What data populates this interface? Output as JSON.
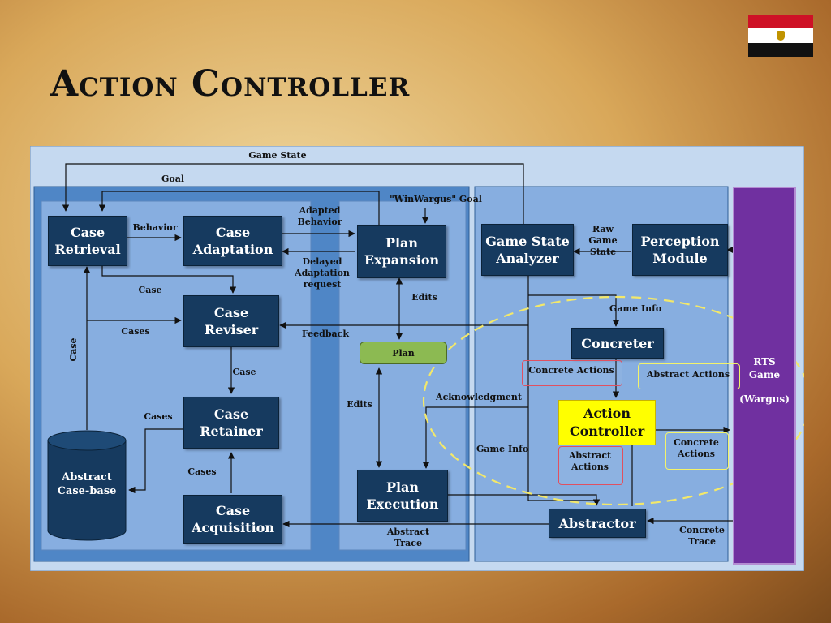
{
  "title": "Action Controller",
  "diagram": {
    "nodes": {
      "case_retrieval": "Case\nRetrieval",
      "case_adaptation": "Case\nAdaptation",
      "case_reviser": "Case\nReviser",
      "case_retainer": "Case\nRetainer",
      "case_acquisition": "Case\nAcquisition",
      "abstract_case_base": "Abstract\nCase-base",
      "plan_expansion": "Plan\nExpansion",
      "plan": "Plan",
      "plan_execution": "Plan\nExecution",
      "game_state_analyzer": "Game State\nAnalyzer",
      "perception_module": "Perception\nModule",
      "concreter": "Concreter",
      "action_controller": "Action\nController",
      "abstractor": "Abstractor",
      "rts_game": "RTS\nGame",
      "wargus": "(Wargus)"
    },
    "edge_labels": {
      "game_state": "Game State",
      "goal": "Goal",
      "winwargus_goal": "\"WinWargus\" Goal",
      "behavior": "Behavior",
      "adapted_behavior": "Adapted\nBehavior",
      "delayed_adaptation_request": "Delayed\nAdaptation\nrequest",
      "case_1": "Case",
      "cases_1": "Cases",
      "feedback": "Feedback",
      "case_2": "Case",
      "cases_2": "Cases",
      "cases_3": "Cases",
      "case_vertical": "Case",
      "edits_1": "Edits",
      "edits_2": "Edits",
      "acknowledgment": "Acknowledgment",
      "raw_game_state": "Raw Game\nState",
      "game_info_1": "Game Info",
      "game_info_2": "Game Info",
      "concrete_actions_1": "Concrete Actions",
      "abstract_actions_1": "Abstract Actions",
      "abstract_actions_2": "Abstract\nActions",
      "concrete_actions_2": "Concrete\nActions",
      "abstract_trace": "Abstract\nTrace",
      "concrete_trace": "Concrete\nTrace"
    },
    "colors": {
      "node_fill": "#163a5f",
      "panel_outer": "#c5d9f0",
      "panel_blue": "#4f86c6",
      "panel_inner": "#87aee0",
      "plan_fill": "#8cba52",
      "action_controller_fill": "#ffff00",
      "rts_fill": "#7030a0",
      "highlight_dash": "#f3e86a"
    }
  }
}
